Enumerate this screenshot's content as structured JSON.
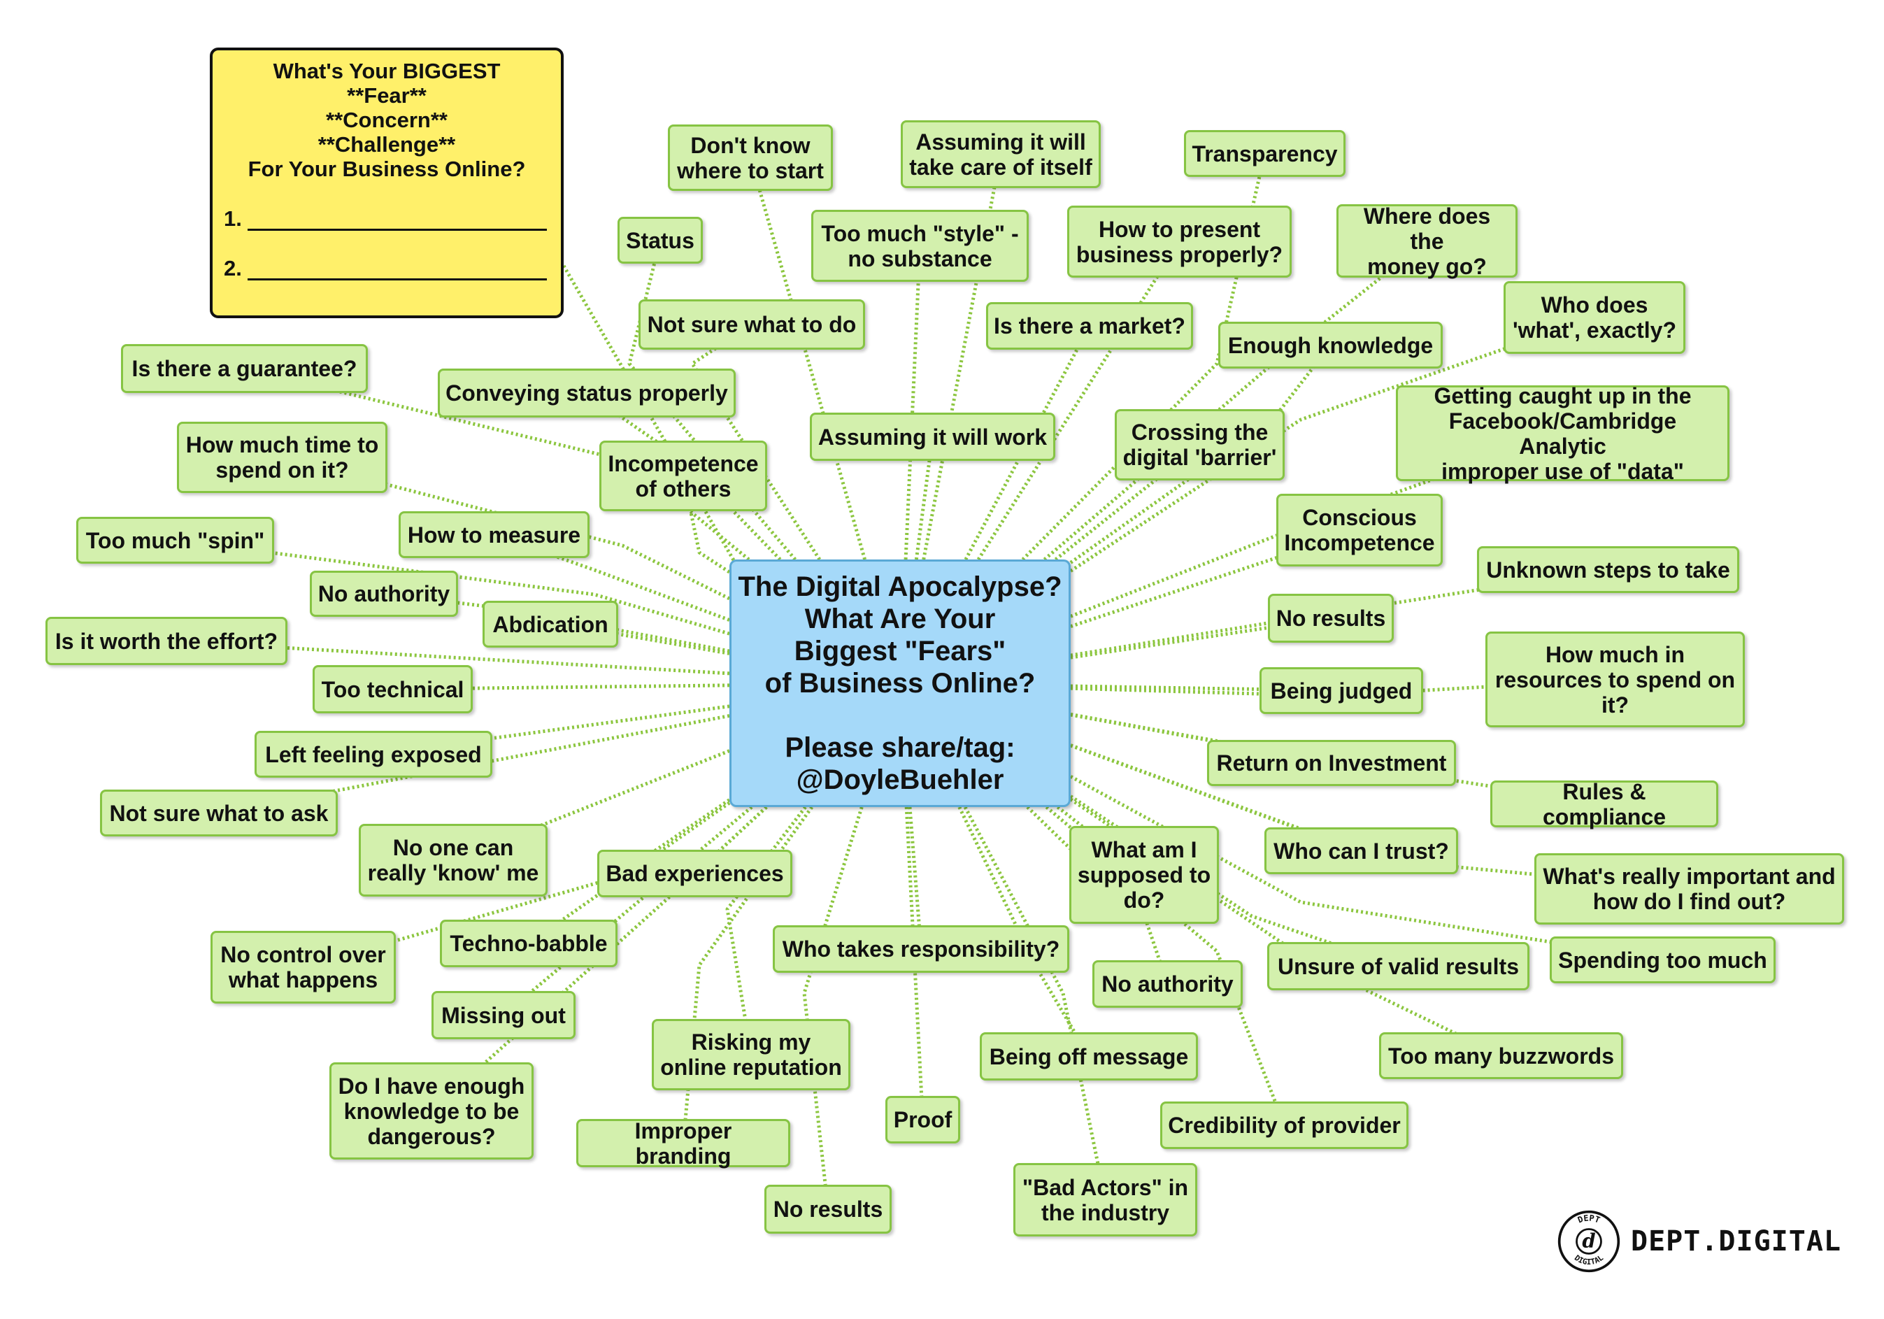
{
  "colors": {
    "node_fill": "#d3f0ad",
    "node_border": "#86c443",
    "edge": "#8cc63f",
    "center_fill": "#a5d9f9",
    "center_border": "#5aa9d6",
    "note_fill": "#fff06a"
  },
  "note": {
    "title": "What's Your BIGGEST\n**Fear**\n**Concern**\n**Challenge**\nFor Your Business Online?",
    "line1": "1.",
    "line2": "2."
  },
  "center": {
    "line1": "The Digital Apocalypse?",
    "line2": "What Are Your",
    "line3": "Biggest \"Fears\"",
    "line4": "of Business Online?",
    "line5": "Please share/tag:",
    "line6": "@DoyleBuehler"
  },
  "nodes": [
    {
      "text": "Don't know\nwhere to start"
    },
    {
      "text": "Assuming it will\ntake care of itself"
    },
    {
      "text": "Transparency"
    },
    {
      "text": "Status"
    },
    {
      "text": "Too much \"style\" -\nno substance"
    },
    {
      "text": "How to present\nbusiness properly?"
    },
    {
      "text": "Where does the\nmoney go?"
    },
    {
      "text": "Who does\n'what', exactly?"
    },
    {
      "text": "Not sure what to do"
    },
    {
      "text": "Is there a market?"
    },
    {
      "text": "Enough knowledge"
    },
    {
      "text": "Is there a guarantee?"
    },
    {
      "text": "Conveying status properly"
    },
    {
      "text": "Getting caught up in the\nFacebook/Cambridge Analytic\nimproper use of \"data\""
    },
    {
      "text": "Assuming it will work"
    },
    {
      "text": "Crossing the\ndigital 'barrier'"
    },
    {
      "text": "How much time to\nspend on it?"
    },
    {
      "text": "Incompetence\nof others"
    },
    {
      "text": "Conscious\nIncompetence"
    },
    {
      "text": "How to measure"
    },
    {
      "text": "Too much \"spin\""
    },
    {
      "text": "Unknown steps to take"
    },
    {
      "text": "No authority"
    },
    {
      "text": "Abdication"
    },
    {
      "text": "No results"
    },
    {
      "text": "Is it worth the effort?"
    },
    {
      "text": "How much in\nresources to spend on\nit?"
    },
    {
      "text": "Too technical"
    },
    {
      "text": "Being judged"
    },
    {
      "text": "Left feeling exposed"
    },
    {
      "text": "Return on Investment"
    },
    {
      "text": "Not sure what to ask"
    },
    {
      "text": "Rules & compliance"
    },
    {
      "text": "No one can\nreally 'know' me"
    },
    {
      "text": "What am I\nsupposed to\ndo?"
    },
    {
      "text": "Who can I trust?"
    },
    {
      "text": "Bad experiences"
    },
    {
      "text": "What's really important and\nhow do I find out?"
    },
    {
      "text": "No control over\nwhat happens"
    },
    {
      "text": "Techno-babble"
    },
    {
      "text": "Who takes responsibility?"
    },
    {
      "text": "Unsure of valid results"
    },
    {
      "text": "Spending too much"
    },
    {
      "text": "No authority"
    },
    {
      "text": "Missing out"
    },
    {
      "text": "Risking my\nonline reputation"
    },
    {
      "text": "Being off message"
    },
    {
      "text": "Too many buzzwords"
    },
    {
      "text": "Do I have enough\nknowledge to be\ndangerous?"
    },
    {
      "text": "Proof"
    },
    {
      "text": "Credibility of provider"
    },
    {
      "text": "Improper branding"
    },
    {
      "text": "\"Bad Actors\" in\nthe industry"
    },
    {
      "text": "No results"
    }
  ],
  "logo": {
    "mark_top": "DEPT",
    "mark_bottom": "DIGITAL",
    "mark_letter": "d",
    "text": "DEPT.DIGITAL"
  }
}
